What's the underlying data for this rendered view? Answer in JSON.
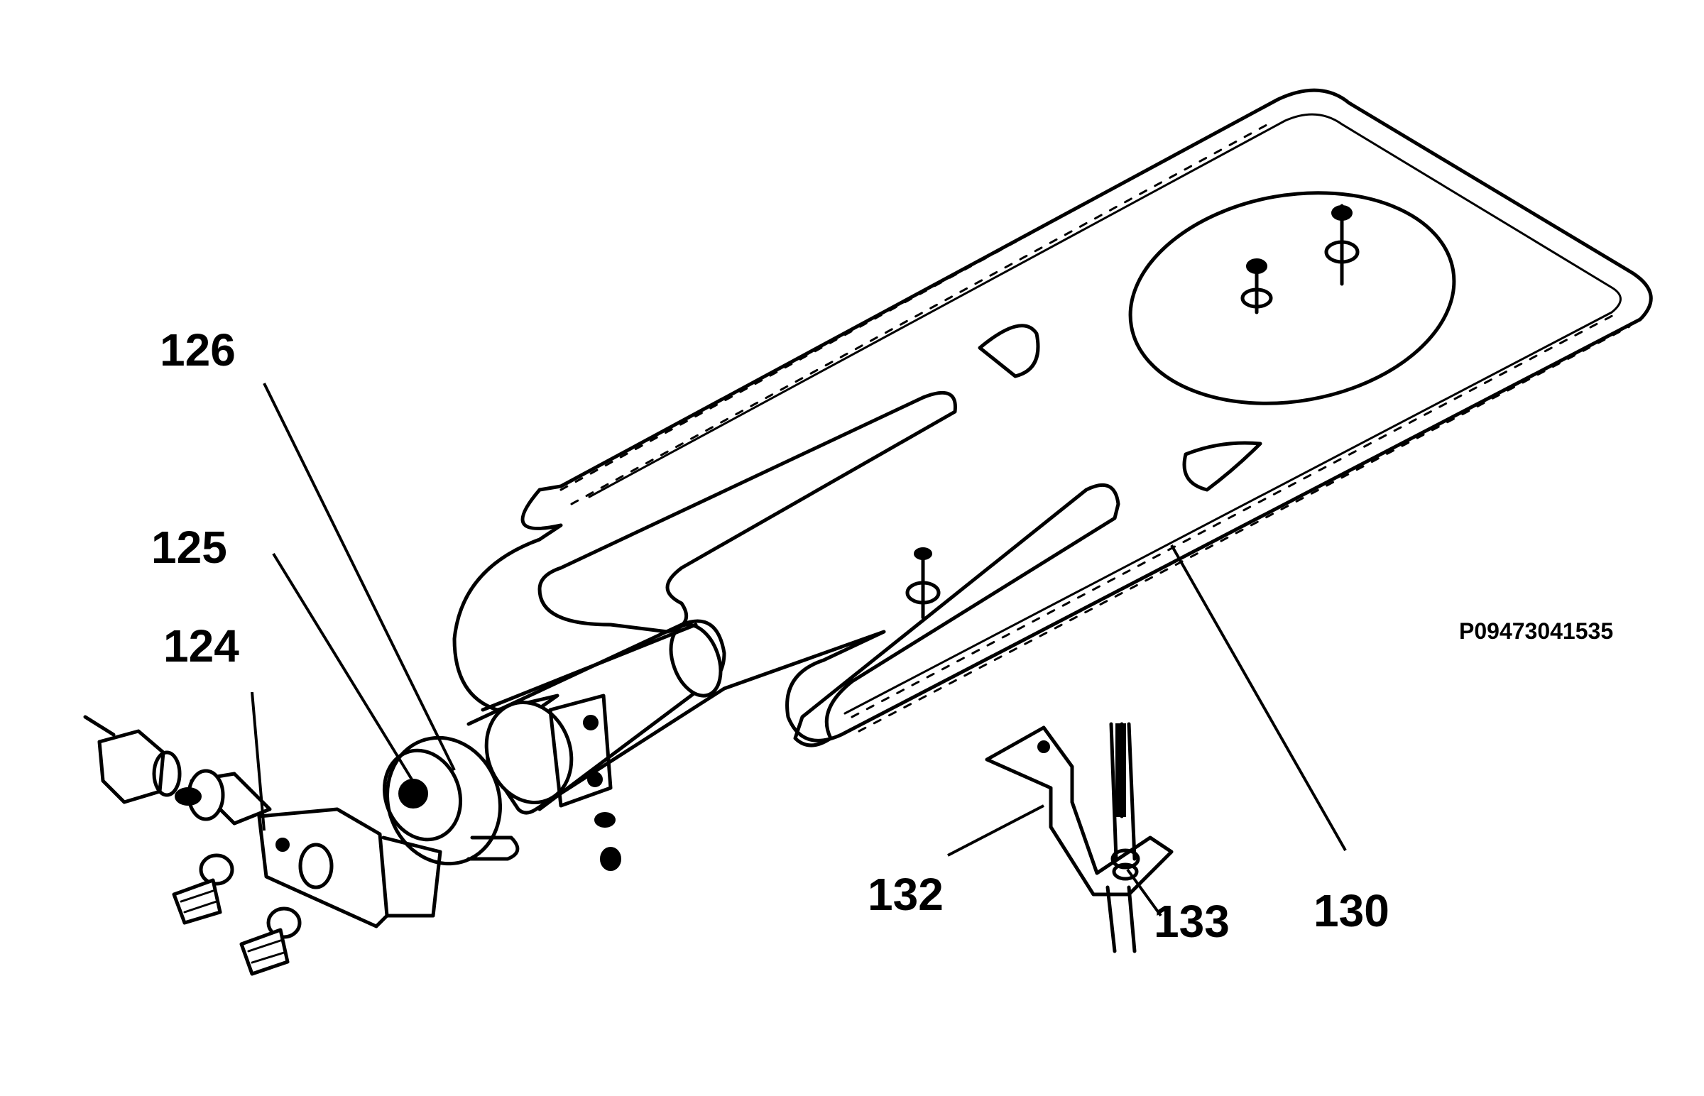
{
  "diagram": {
    "reference_code": "P09473041535",
    "parts": [
      {
        "id": "p124",
        "label": "124"
      },
      {
        "id": "p125",
        "label": "125"
      },
      {
        "id": "p126",
        "label": "126"
      },
      {
        "id": "p130",
        "label": "130"
      },
      {
        "id": "p132",
        "label": "132"
      },
      {
        "id": "p133",
        "label": "133"
      }
    ]
  }
}
